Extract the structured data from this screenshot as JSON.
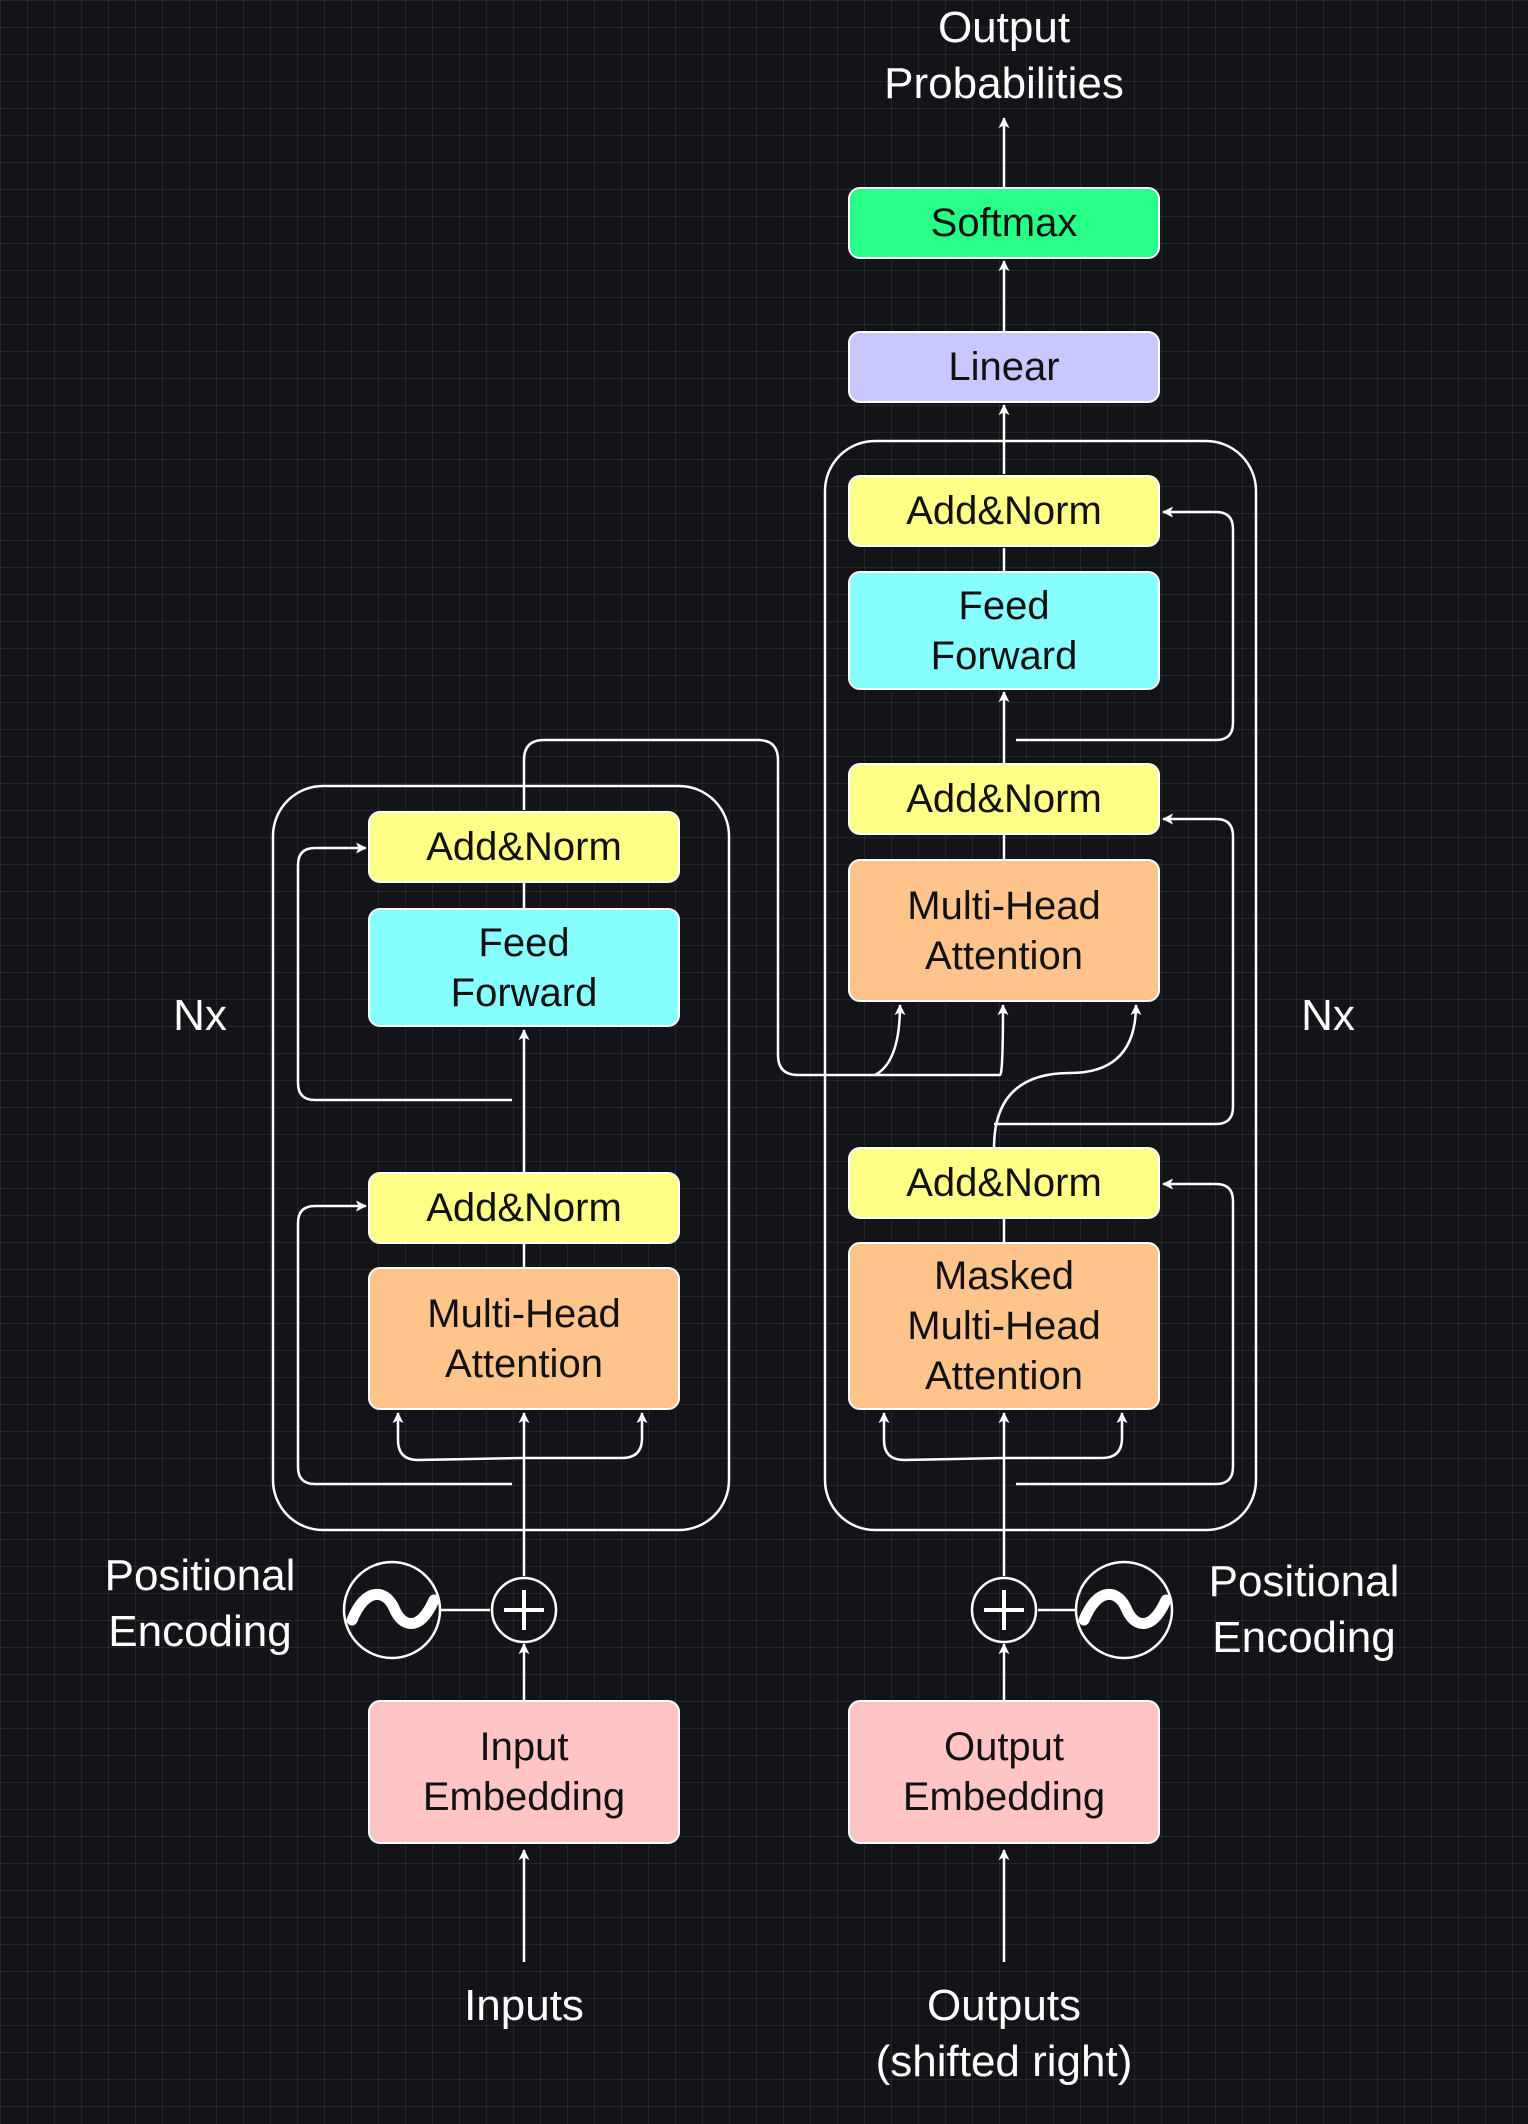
{
  "colors": {
    "background": "#121418",
    "line": "#ffffff",
    "add_norm": "#ffff88",
    "feed_forward": "#88ffff",
    "attention": "#ffc48c",
    "embedding": "#ffc4c4",
    "linear": "#c8c8ff",
    "softmax": "#28ff88"
  },
  "encoder": {
    "repeat_label": "Nx",
    "input_label": "Inputs",
    "embedding": "Input\nEmbedding",
    "positional_label": "Positional\nEncoding",
    "attention": "Multi-Head\nAttention",
    "add_norm_1": "Add&Norm",
    "feed_forward": "Feed\nForward",
    "add_norm_2": "Add&Norm"
  },
  "decoder": {
    "repeat_label": "Nx",
    "input_label": "Outputs\n(shifted right)",
    "embedding": "Output\nEmbedding",
    "positional_label": "Positional\nEncoding",
    "masked_attention": "Masked\nMulti-Head\nAttention",
    "add_norm_1": "Add&Norm",
    "cross_attention": "Multi-Head\nAttention",
    "add_norm_2": "Add&Norm",
    "feed_forward": "Feed\nForward",
    "add_norm_3": "Add&Norm"
  },
  "head": {
    "linear": "Linear",
    "softmax": "Softmax",
    "output_label": "Output\nProbabilities"
  }
}
